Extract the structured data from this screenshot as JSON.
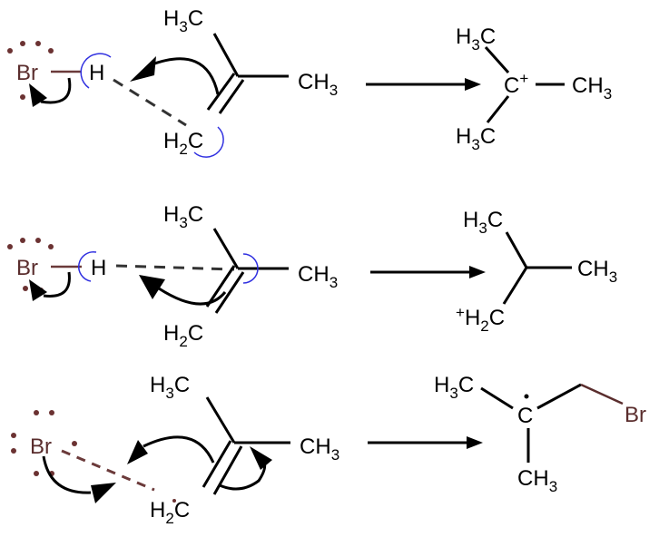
{
  "atoms": {
    "br": "Br",
    "h": "H",
    "c": "C",
    "h_part": "H",
    "c_part": "C",
    "sub3": "3",
    "sub2": "2",
    "plus": "+"
  },
  "colors": {
    "bromine": "#5a2d2d",
    "highlight": "#3030e0"
  }
}
